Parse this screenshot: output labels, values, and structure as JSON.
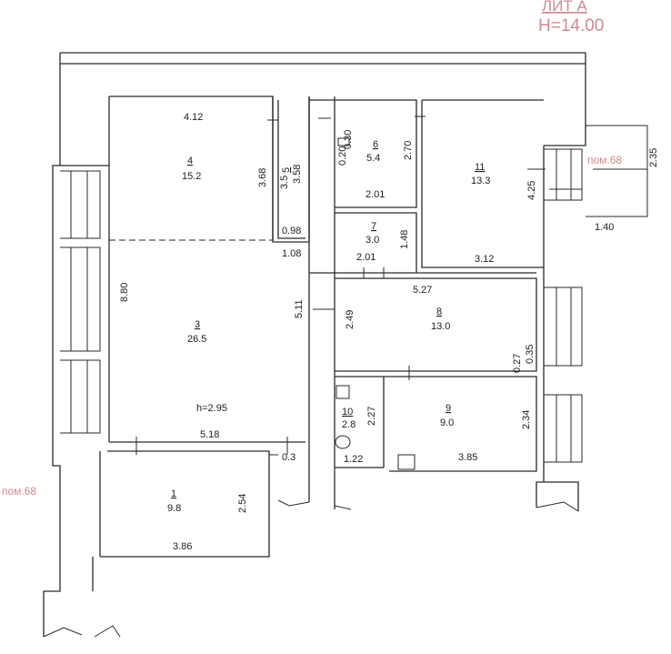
{
  "header": {
    "liter": "ЛИТ А",
    "height": "H=14.00"
  },
  "height_note": "h=2.95",
  "neighbors": [
    {
      "id": "right",
      "label": "пом.68"
    },
    {
      "id": "left",
      "label": "пом.68"
    }
  ],
  "rooms": [
    {
      "id": "1",
      "number": "1",
      "area": "9.8"
    },
    {
      "id": "3",
      "number": "3",
      "area": "26.5"
    },
    {
      "id": "4",
      "number": "4",
      "area": "15.2"
    },
    {
      "id": "5",
      "number": "5",
      "area": "3.5"
    },
    {
      "id": "6",
      "number": "6",
      "area": "5.4"
    },
    {
      "id": "7",
      "number": "7",
      "area": "3.0"
    },
    {
      "id": "8",
      "number": "8",
      "area": "13.0"
    },
    {
      "id": "9",
      "number": "9",
      "area": "9.0"
    },
    {
      "id": "10",
      "number": "10",
      "area": "2.8"
    },
    {
      "id": "11",
      "number": "11",
      "area": "13.3"
    }
  ],
  "dimensions": {
    "d412": "4.12",
    "d368": "3.68",
    "d358": "3.58",
    "d098": "0.98",
    "d108": "1.08",
    "d880": "8.80",
    "d511": "5.11",
    "d518": "5.18",
    "d03": "0.3",
    "d254": "2.54",
    "d386": "3.86",
    "d030": "0.30",
    "d020": "0.20",
    "d270": "2.70",
    "d201a": "2.01",
    "d148": "1.48",
    "d201b": "2.01",
    "d425": "4.25",
    "d312": "3.12",
    "d235": "2.35",
    "d140": "1.40",
    "d527": "5.27",
    "d249": "2.49",
    "d027": "0.27",
    "d035": "0.35",
    "d227": "2.27",
    "d122": "1.22",
    "d234": "2.34",
    "d385": "3.85"
  }
}
